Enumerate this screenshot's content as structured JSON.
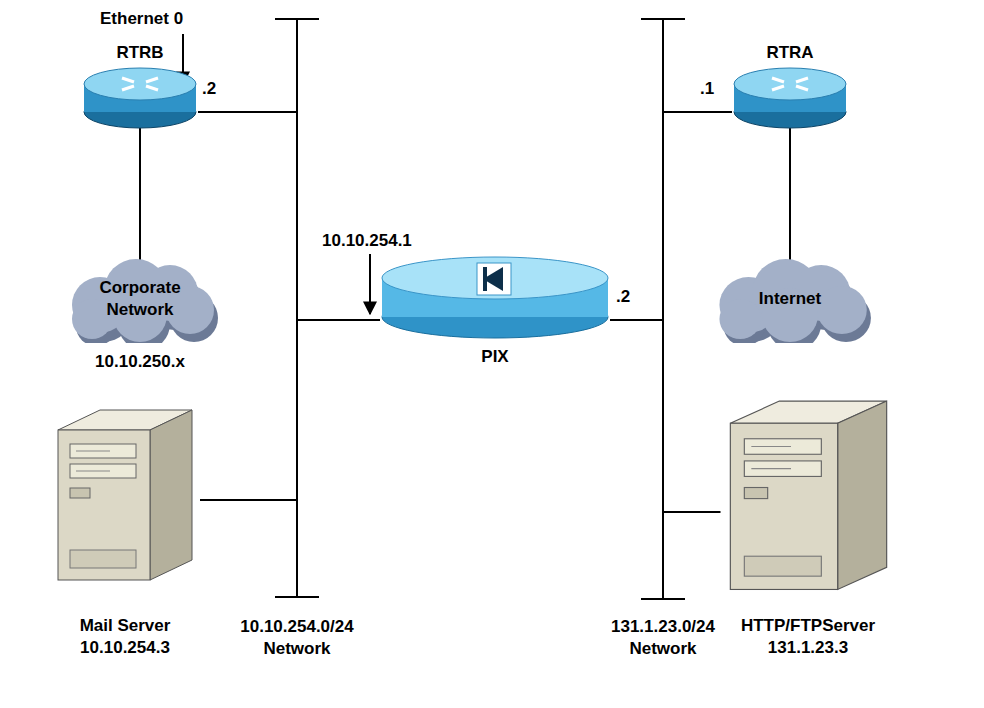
{
  "diagram": {
    "nodes": [
      {
        "text": [
          "RTRB"
        ]
      },
      {
        "text": [
          "Corporate Network",
          "10.10.250.x"
        ]
      },
      {
        "text": [
          "10.10.254.0/24 Network"
        ]
      },
      {
        "text": [
          "PIX"
        ]
      },
      {
        "text": [
          "131.1.23.0/24 Network"
        ]
      },
      {
        "text": [
          "RTRA"
        ]
      },
      {
        "text": [
          "Internet"
        ]
      },
      {
        "text": [
          "Mail Server 10.10.254.3"
        ]
      },
      {
        "text": [
          "HTTP/FTPServer 131.1.23.3"
        ]
      }
    ],
    "edges": [
      {
        "from": 0,
        "to": 1,
        "arrow": "none"
      },
      {
        "from": 0,
        "to": 2,
        "arrow": "none"
      },
      {
        "from": 3,
        "to": 2,
        "arrow": "none"
      },
      {
        "from": 3,
        "to": 4,
        "arrow": "none"
      },
      {
        "from": 5,
        "to": 4,
        "arrow": "none"
      },
      {
        "from": 5,
        "to": 6,
        "arrow": "none"
      },
      {
        "from": 7,
        "to": 2,
        "arrow": "none"
      },
      {
        "from": 8,
        "to": 4,
        "arrow": "none"
      }
    ],
    "labels": [
      "Ethernet 0",
      ".2",
      "10.10.254.1",
      ".2",
      ".1"
    ]
  }
}
